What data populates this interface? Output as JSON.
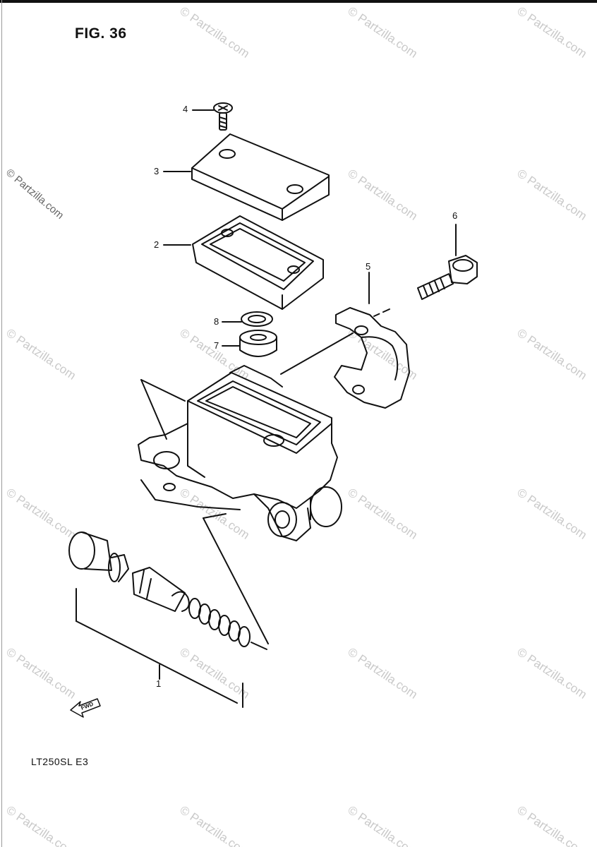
{
  "figure": {
    "title": "FIG. 36",
    "model_code": "LT250SL  E3"
  },
  "callouts": [
    "1",
    "2",
    "3",
    "4",
    "5",
    "6",
    "7",
    "8"
  ],
  "fwd_label": "FWD",
  "watermark": {
    "text": "© Partzilla.com",
    "color": "#c9c9c9"
  },
  "colors": {
    "line": "#111111",
    "background": "#ffffff"
  }
}
